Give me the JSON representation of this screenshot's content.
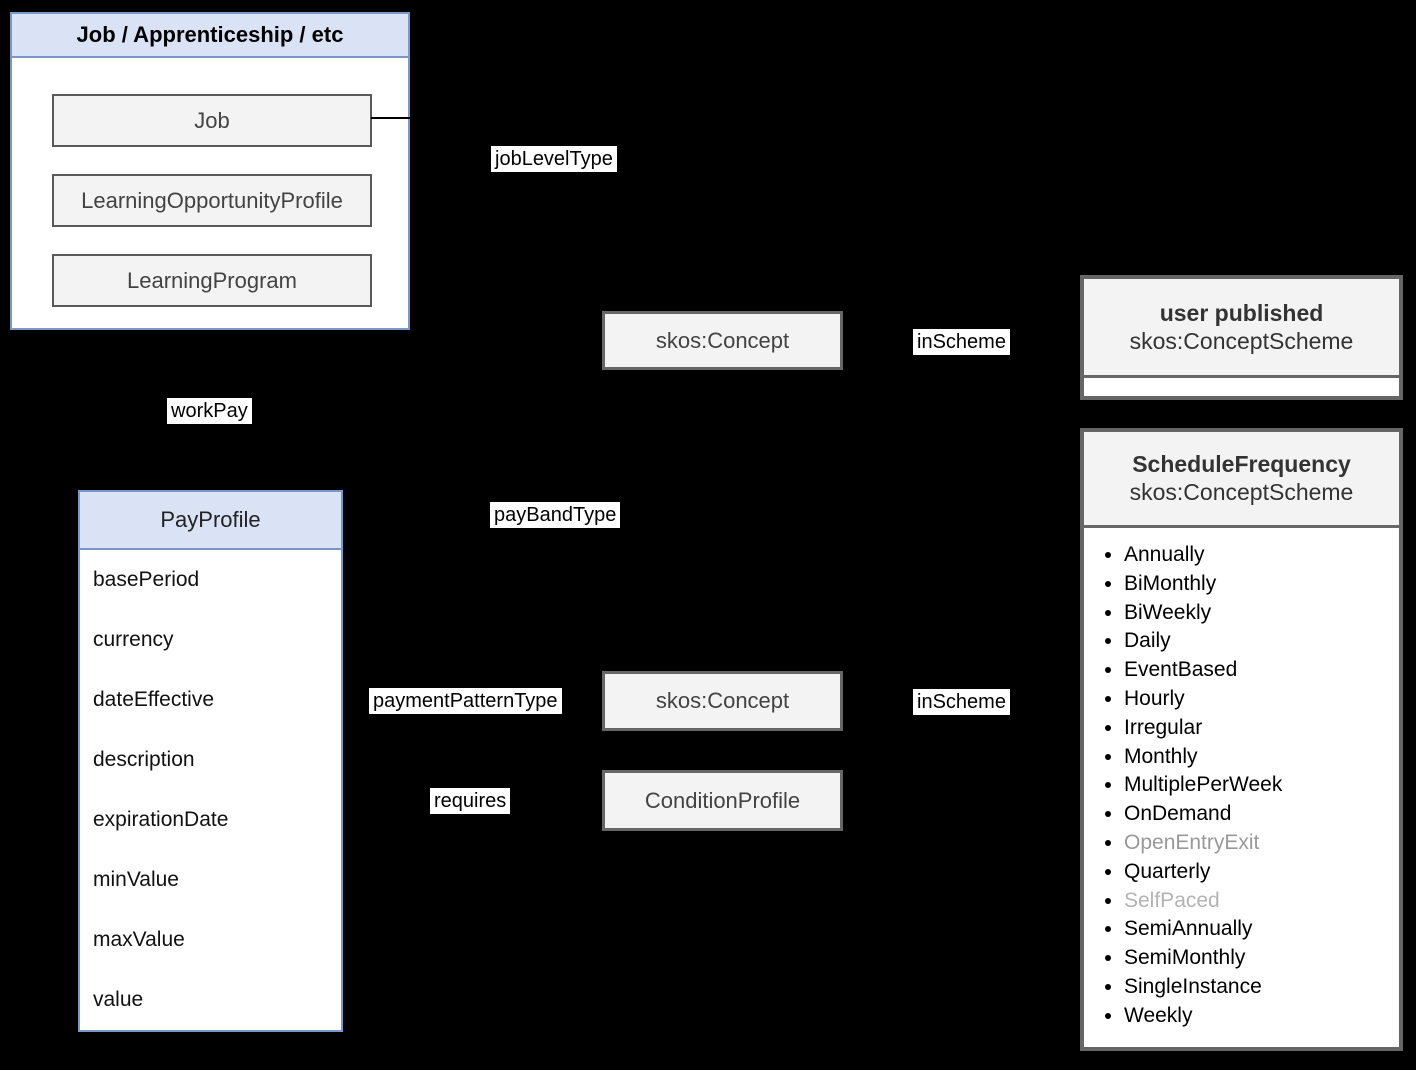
{
  "colors": {
    "background": "#000000",
    "blue_border": "#7b96c8",
    "blue_header_fill": "#dae3f5",
    "node_fill": "#f3f3f3",
    "node_border": "#666666",
    "node_text": "#434343",
    "muted_concept": "#999999",
    "muted_concept_light": "#b3b3b3"
  },
  "job_group": {
    "title": "Job / Apprenticeship / etc",
    "items": [
      "Job",
      "LearningOpportunityProfile",
      "LearningProgram"
    ]
  },
  "pay_profile": {
    "title": "PayProfile",
    "fields": [
      "basePeriod",
      "currency",
      "dateEffective",
      "description",
      "expirationDate",
      "minValue",
      "maxValue",
      "value"
    ]
  },
  "nodes": {
    "skos_concept_top": "skos:Concept",
    "skos_concept_bottom": "skos:Concept",
    "condition_profile": "ConditionProfile"
  },
  "edge_labels": {
    "job_level_type": "jobLevelType",
    "work_pay": "workPay",
    "pay_band_type": "payBandType",
    "payment_pattern_type": "paymentPatternType",
    "requires": "requires",
    "in_scheme_top": "inScheme",
    "in_scheme_bottom": "inScheme"
  },
  "user_published_scheme": {
    "title": "user published",
    "subtitle": "skos:ConceptScheme"
  },
  "schedule_frequency_scheme": {
    "title": "ScheduleFrequency",
    "subtitle": "skos:ConceptScheme",
    "concepts": [
      {
        "label": "Annually",
        "muted": false
      },
      {
        "label": "BiMonthly",
        "muted": false
      },
      {
        "label": "BiWeekly",
        "muted": false
      },
      {
        "label": "Daily",
        "muted": false
      },
      {
        "label": "EventBased",
        "muted": false
      },
      {
        "label": "Hourly",
        "muted": false
      },
      {
        "label": "Irregular",
        "muted": false
      },
      {
        "label": "Monthly",
        "muted": false
      },
      {
        "label": "MultiplePerWeek",
        "muted": false
      },
      {
        "label": "OnDemand",
        "muted": false
      },
      {
        "label": "OpenEntryExit",
        "muted": true,
        "color": "#999999"
      },
      {
        "label": "Quarterly",
        "muted": false
      },
      {
        "label": "SelfPaced",
        "muted": true,
        "color": "#b3b3b3"
      },
      {
        "label": "SemiAnnually",
        "muted": false
      },
      {
        "label": "SemiMonthly",
        "muted": false
      },
      {
        "label": "SingleInstance",
        "muted": false
      },
      {
        "label": "Weekly",
        "muted": false
      }
    ]
  }
}
